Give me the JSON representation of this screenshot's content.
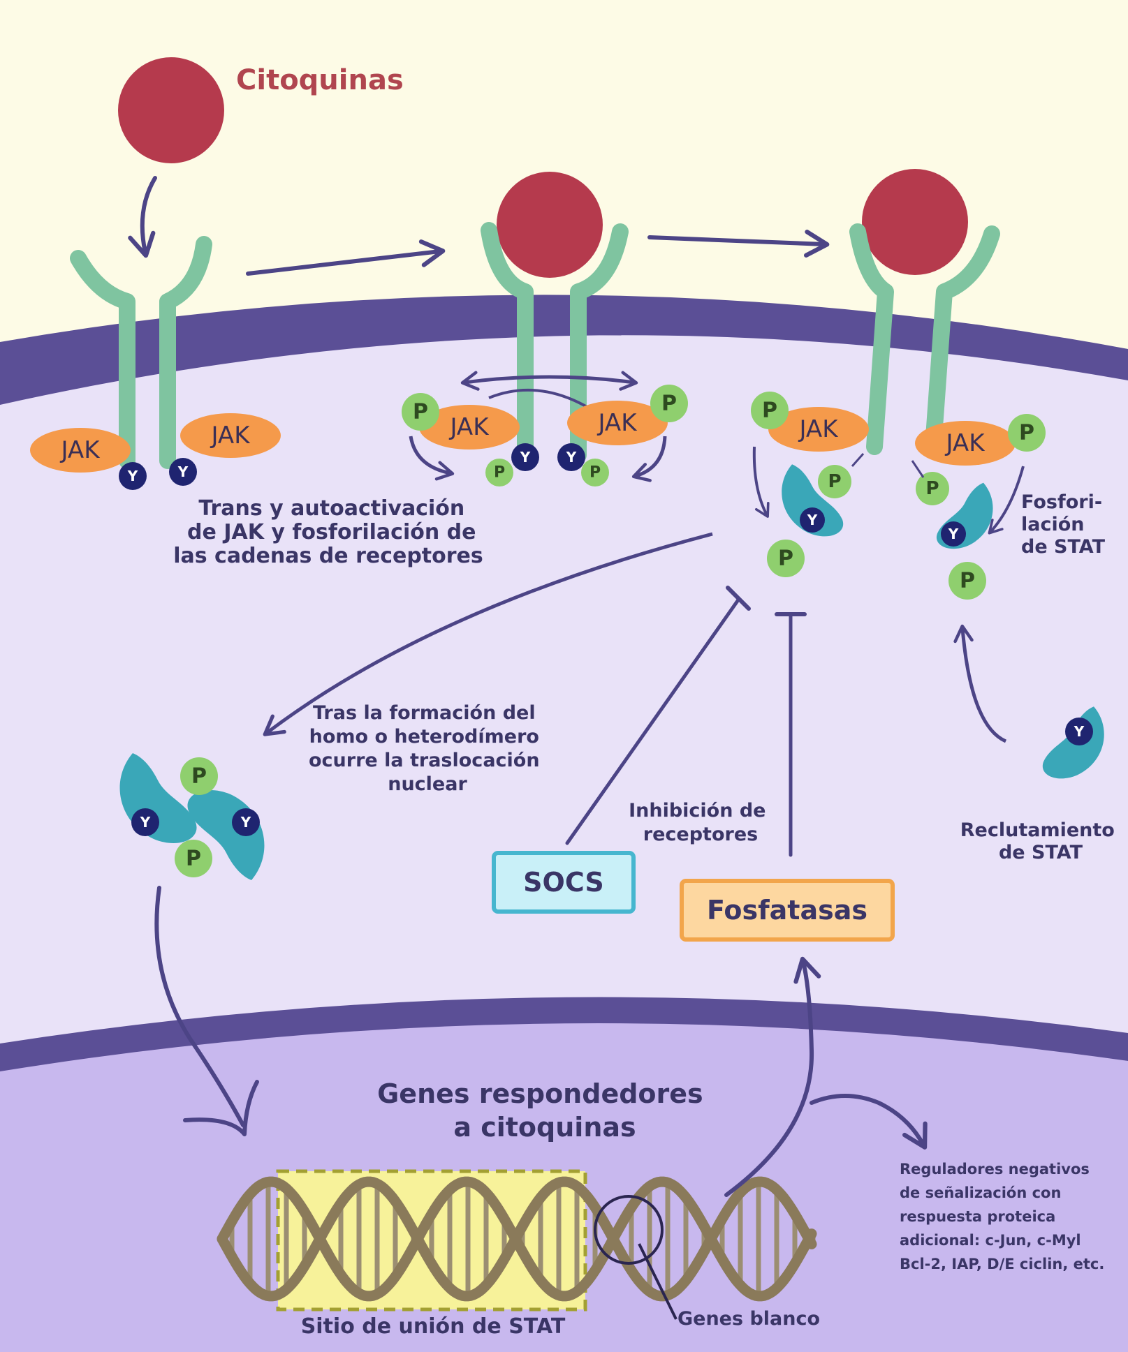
{
  "labels": {
    "cytokines": "Citoquinas",
    "jak": "JAK",
    "p": "P",
    "y": "Y",
    "trans_activation": [
      "Trans y autoactivación",
      "de JAK y fosforilación de",
      "las cadenas de receptores"
    ],
    "stat_phosphorylation": [
      "Fosfori-",
      "lación",
      "de STAT"
    ],
    "translocation": [
      "Tras la formación del",
      "homo o heterodímero",
      "ocurre la traslocación",
      "nuclear"
    ],
    "receptor_inhibition": [
      "Inhibición de",
      "receptores"
    ],
    "stat_recruitment": [
      "Reclutamiento",
      "de STAT"
    ],
    "socs": "SOCS",
    "phosphatases": "Fosfatasas",
    "cytokine_genes": [
      "Genes respondedores",
      "a citoquinas"
    ],
    "negative_regulators": [
      "Reguladores negativos",
      "de señalización con",
      "respuesta proteica",
      "adicional: c-Jun, c-Myl",
      "Bcl-2, IAP, D/E ciclin, etc."
    ],
    "stat_binding_site": "Sitio de unión de STAT",
    "target_genes": "Genes blanco"
  },
  "colors": {
    "background_top": "#fdfbe6",
    "membrane": "#5b4f96",
    "cytoplasm": "#e9e2f8",
    "nucleus": "#c8b8ee",
    "cytokine": "#b53a4d",
    "receptor": "#7fc4a0",
    "jak": "#f59a4b",
    "phosphate": "#8fcf6e",
    "tyrosine": "#1f2470",
    "stat": "#3aa7b8",
    "socs_fill": "#c9f0f8",
    "socs_border": "#46b6cf",
    "phosphatase_fill": "#fdd7a0",
    "phosphatase_border": "#f2a54b",
    "dna_strand": "#8a7a5a",
    "binding_site": "#f7f29a",
    "arrow": "#4c4486"
  }
}
